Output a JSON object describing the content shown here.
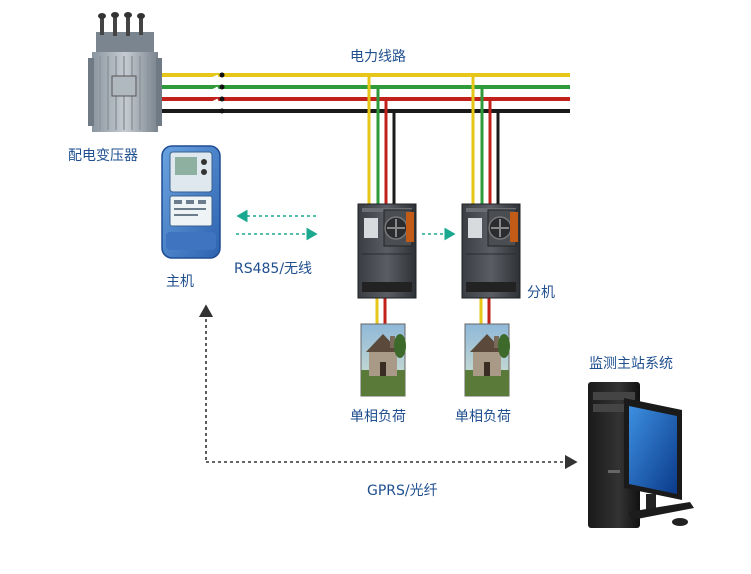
{
  "labels": {
    "power_line": "电力线路",
    "transformer": "配电变压器",
    "master": "主机",
    "rs485": "RS485/无线",
    "slave": "分机",
    "load_1": "单相负荷",
    "load_2": "单相负荷",
    "monitor_station": "监测主站系统",
    "gprs": "GPRS/光纤"
  },
  "colors": {
    "line_yellow": "#e6c619",
    "line_green": "#2f9a3a",
    "line_red": "#c0221b",
    "line_black": "#1a1a1a",
    "label_text": "#1f4f8f",
    "rs485_arrow": "#1aa890",
    "gprs_arrow": "#333333"
  },
  "icons": {
    "transformer": "transformer-icon",
    "master_meter": "meter-icon",
    "slave_unit": "device-icon",
    "load": "house-icon",
    "computer": "computer-icon"
  }
}
